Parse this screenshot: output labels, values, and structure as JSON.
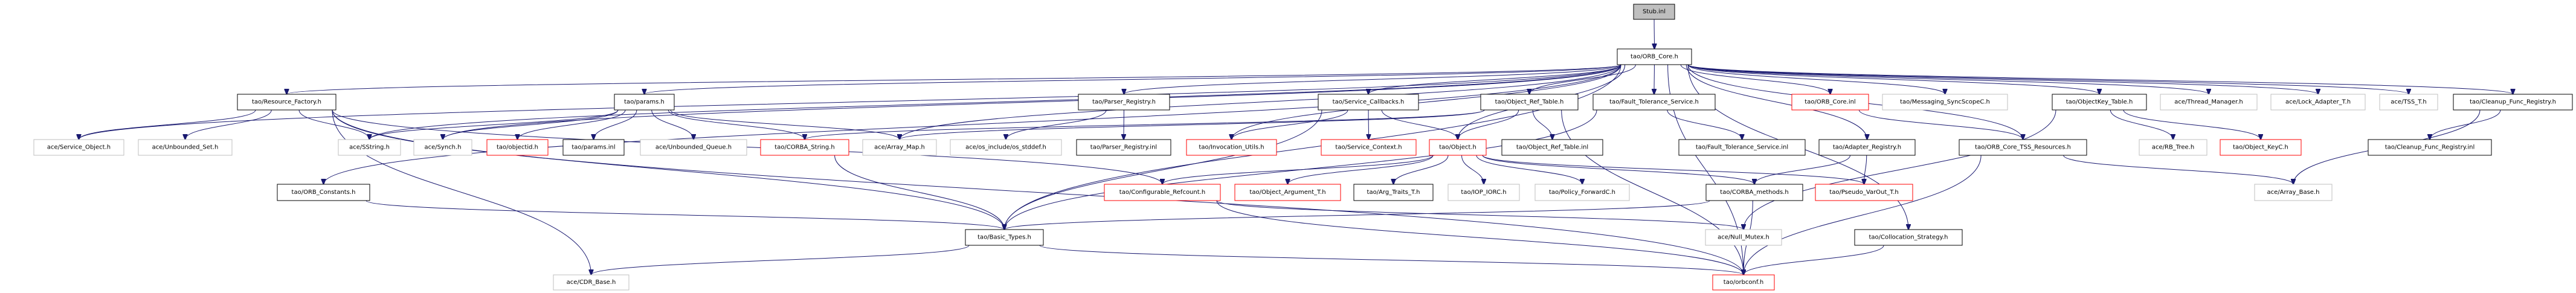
{
  "graph": {
    "title": "Stub.inl include dependency graph",
    "colors": {
      "edge": "#191970",
      "root_fill": "#bfbfbf",
      "documented_border": "#000000",
      "undocumented_border": "#bfbfbf",
      "truncated_border": "#ff0000",
      "node_fill": "#ffffff"
    },
    "nodes": [
      {
        "id": "stub_inl",
        "label": "Stub.inl",
        "kind": "root"
      },
      {
        "id": "orb_core_h",
        "label": "tao/ORB_Core.h",
        "kind": "documented"
      },
      {
        "id": "resource_factory_h",
        "label": "tao/Resource_Factory.h",
        "kind": "documented"
      },
      {
        "id": "params_h",
        "label": "tao/params.h",
        "kind": "documented"
      },
      {
        "id": "parser_registry_h",
        "label": "tao/Parser_Registry.h",
        "kind": "documented"
      },
      {
        "id": "service_callbacks_h",
        "label": "tao/Service_Callbacks.h",
        "kind": "documented"
      },
      {
        "id": "object_ref_table_h",
        "label": "tao/Object_Ref_Table.h",
        "kind": "documented"
      },
      {
        "id": "fault_tolerance_service_h",
        "label": "tao/Fault_Tolerance_Service.h",
        "kind": "documented"
      },
      {
        "id": "orb_core_inl",
        "label": "tao/ORB_Core.inl",
        "kind": "truncated"
      },
      {
        "id": "messaging_syncscopec_h",
        "label": "tao/Messaging_SyncScopeC.h",
        "kind": "undocumented"
      },
      {
        "id": "objectkey_table_h",
        "label": "tao/ObjectKey_Table.h",
        "kind": "documented"
      },
      {
        "id": "thread_manager_h",
        "label": "ace/Thread_Manager.h",
        "kind": "undocumented"
      },
      {
        "id": "lock_adapter_t_h",
        "label": "ace/Lock_Adapter_T.h",
        "kind": "undocumented"
      },
      {
        "id": "tss_t_h",
        "label": "ace/TSS_T.h",
        "kind": "undocumented"
      },
      {
        "id": "cleanup_func_registry_h",
        "label": "tao/Cleanup_Func_Registry.h",
        "kind": "documented"
      },
      {
        "id": "service_object_h",
        "label": "ace/Service_Object.h",
        "kind": "undocumented"
      },
      {
        "id": "unbounded_set_h",
        "label": "ace/Unbounded_Set.h",
        "kind": "undocumented"
      },
      {
        "id": "sstring_h",
        "label": "ace/SString.h",
        "kind": "undocumented"
      },
      {
        "id": "synch_h",
        "label": "ace/Synch.h",
        "kind": "undocumented"
      },
      {
        "id": "objectid_h",
        "label": "tao/objectid.h",
        "kind": "truncated"
      },
      {
        "id": "params_inl",
        "label": "tao/params.inl",
        "kind": "documented"
      },
      {
        "id": "unbounded_queue_h",
        "label": "ace/Unbounded_Queue.h",
        "kind": "undocumented"
      },
      {
        "id": "corba_string_h",
        "label": "tao/CORBA_String.h",
        "kind": "truncated"
      },
      {
        "id": "array_map_h",
        "label": "ace/Array_Map.h",
        "kind": "undocumented"
      },
      {
        "id": "os_stddef_h",
        "label": "ace/os_include/os_stddef.h",
        "kind": "undocumented"
      },
      {
        "id": "parser_registry_inl",
        "label": "tao/Parser_Registry.inl",
        "kind": "documented"
      },
      {
        "id": "invocation_utils_h",
        "label": "tao/Invocation_Utils.h",
        "kind": "truncated"
      },
      {
        "id": "service_context_h",
        "label": "tao/Service_Context.h",
        "kind": "truncated"
      },
      {
        "id": "object_h",
        "label": "tao/Object.h",
        "kind": "truncated"
      },
      {
        "id": "object_ref_table_inl",
        "label": "tao/Object_Ref_Table.inl",
        "kind": "documented"
      },
      {
        "id": "fault_tolerance_service_inl",
        "label": "tao/Fault_Tolerance_Service.inl",
        "kind": "documented"
      },
      {
        "id": "adapter_registry_h",
        "label": "tao/Adapter_Registry.h",
        "kind": "documented"
      },
      {
        "id": "orb_core_tss_resources_h",
        "label": "tao/ORB_Core_TSS_Resources.h",
        "kind": "documented"
      },
      {
        "id": "rb_tree_h",
        "label": "ace/RB_Tree.h",
        "kind": "undocumented"
      },
      {
        "id": "object_keyc_h",
        "label": "tao/Object_KeyC.h",
        "kind": "truncated"
      },
      {
        "id": "cleanup_func_registry_inl",
        "label": "tao/Cleanup_Func_Registry.inl",
        "kind": "documented"
      },
      {
        "id": "orb_constants_h",
        "label": "tao/ORB_Constants.h",
        "kind": "documented"
      },
      {
        "id": "configurable_refcount_h",
        "label": "tao/Configurable_Refcount.h",
        "kind": "truncated"
      },
      {
        "id": "object_argument_t_h",
        "label": "tao/Object_Argument_T.h",
        "kind": "truncated"
      },
      {
        "id": "arg_traits_t_h",
        "label": "tao/Arg_Traits_T.h",
        "kind": "documented"
      },
      {
        "id": "iop_iorc_h",
        "label": "tao/IOP_IORC.h",
        "kind": "undocumented"
      },
      {
        "id": "policy_forwardc_h",
        "label": "tao/Policy_ForwardC.h",
        "kind": "undocumented"
      },
      {
        "id": "corba_methods_h",
        "label": "tao/CORBA_methods.h",
        "kind": "documented"
      },
      {
        "id": "pseudo_varout_t_h",
        "label": "tao/Pseudo_VarOut_T.h",
        "kind": "truncated"
      },
      {
        "id": "array_base_h",
        "label": "ace/Array_Base.h",
        "kind": "undocumented"
      },
      {
        "id": "basic_types_h",
        "label": "tao/Basic_Types.h",
        "kind": "documented"
      },
      {
        "id": "null_mutex_h",
        "label": "ace/Null_Mutex.h",
        "kind": "undocumented"
      },
      {
        "id": "collocation_strategy_h",
        "label": "tao/Collocation_Strategy.h",
        "kind": "documented"
      },
      {
        "id": "cdr_base_h",
        "label": "ace/CDR_Base.h",
        "kind": "undocumented"
      },
      {
        "id": "orbconf_h",
        "label": "tao/orbconf.h",
        "kind": "truncated"
      }
    ],
    "edges": [
      [
        "stub_inl",
        "orb_core_h"
      ],
      [
        "orb_core_h",
        "resource_factory_h"
      ],
      [
        "orb_core_h",
        "params_h"
      ],
      [
        "orb_core_h",
        "parser_registry_h"
      ],
      [
        "orb_core_h",
        "service_callbacks_h"
      ],
      [
        "orb_core_h",
        "object_ref_table_h"
      ],
      [
        "orb_core_h",
        "fault_tolerance_service_h"
      ],
      [
        "orb_core_h",
        "orb_core_inl"
      ],
      [
        "orb_core_h",
        "messaging_syncscopec_h"
      ],
      [
        "orb_core_h",
        "objectkey_table_h"
      ],
      [
        "orb_core_h",
        "thread_manager_h"
      ],
      [
        "orb_core_h",
        "lock_adapter_t_h"
      ],
      [
        "orb_core_h",
        "tss_t_h"
      ],
      [
        "orb_core_h",
        "cleanup_func_registry_h"
      ],
      [
        "orb_core_h",
        "service_object_h"
      ],
      [
        "orb_core_h",
        "sstring_h"
      ],
      [
        "orb_core_h",
        "synch_h"
      ],
      [
        "orb_core_h",
        "array_map_h"
      ],
      [
        "orb_core_h",
        "invocation_utils_h"
      ],
      [
        "orb_core_h",
        "object_h"
      ],
      [
        "orb_core_h",
        "adapter_registry_h"
      ],
      [
        "orb_core_h",
        "orb_core_tss_resources_h"
      ],
      [
        "orb_core_h",
        "orb_constants_h"
      ],
      [
        "orb_core_h",
        "basic_types_h"
      ],
      [
        "orb_core_h",
        "collocation_strategy_h"
      ],
      [
        "orb_core_h",
        "orbconf_h"
      ],
      [
        "resource_factory_h",
        "service_object_h"
      ],
      [
        "resource_factory_h",
        "unbounded_set_h"
      ],
      [
        "resource_factory_h",
        "sstring_h"
      ],
      [
        "resource_factory_h",
        "cdr_base_h"
      ],
      [
        "resource_factory_h",
        "basic_types_h"
      ],
      [
        "resource_factory_h",
        "configurable_refcount_h"
      ],
      [
        "resource_factory_h",
        "orbconf_h"
      ],
      [
        "params_h",
        "sstring_h"
      ],
      [
        "params_h",
        "synch_h"
      ],
      [
        "params_h",
        "objectid_h"
      ],
      [
        "params_h",
        "params_inl"
      ],
      [
        "params_h",
        "unbounded_queue_h"
      ],
      [
        "params_h",
        "corba_string_h"
      ],
      [
        "params_h",
        "array_map_h"
      ],
      [
        "parser_registry_h",
        "os_stddef_h"
      ],
      [
        "parser_registry_h",
        "parser_registry_inl"
      ],
      [
        "service_callbacks_h",
        "invocation_utils_h"
      ],
      [
        "service_callbacks_h",
        "service_context_h"
      ],
      [
        "service_callbacks_h",
        "object_h"
      ],
      [
        "service_callbacks_h",
        "basic_types_h"
      ],
      [
        "object_ref_table_h",
        "array_map_h"
      ],
      [
        "object_ref_table_h",
        "corba_string_h"
      ],
      [
        "object_ref_table_h",
        "object_h"
      ],
      [
        "object_ref_table_h",
        "object_ref_table_inl"
      ],
      [
        "object_ref_table_h",
        "orbconf_h"
      ],
      [
        "fault_tolerance_service_h",
        "fault_tolerance_service_inl"
      ],
      [
        "fault_tolerance_service_h",
        "basic_types_h"
      ],
      [
        "orb_core_inl",
        "orb_core_tss_resources_h"
      ],
      [
        "objectkey_table_h",
        "rb_tree_h"
      ],
      [
        "objectkey_table_h",
        "object_keyc_h"
      ],
      [
        "objectkey_table_h",
        "null_mutex_h"
      ],
      [
        "cleanup_func_registry_h",
        "cleanup_func_registry_inl"
      ],
      [
        "cleanup_func_registry_h",
        "array_base_h"
      ],
      [
        "corba_string_h",
        "basic_types_h"
      ],
      [
        "object_h",
        "configurable_refcount_h"
      ],
      [
        "object_h",
        "object_argument_t_h"
      ],
      [
        "object_h",
        "arg_traits_t_h"
      ],
      [
        "object_h",
        "iop_iorc_h"
      ],
      [
        "object_h",
        "policy_forwardc_h"
      ],
      [
        "object_h",
        "corba_methods_h"
      ],
      [
        "object_h",
        "pseudo_varout_t_h"
      ],
      [
        "adapter_registry_h",
        "corba_methods_h"
      ],
      [
        "adapter_registry_h",
        "pseudo_varout_t_h"
      ],
      [
        "orb_core_tss_resources_h",
        "array_base_h"
      ],
      [
        "orb_core_tss_resources_h",
        "orbconf_h"
      ],
      [
        "orb_constants_h",
        "basic_types_h"
      ],
      [
        "configurable_refcount_h",
        "null_mutex_h"
      ],
      [
        "configurable_refcount_h",
        "orbconf_h"
      ],
      [
        "corba_methods_h",
        "basic_types_h"
      ],
      [
        "corba_methods_h",
        "orbconf_h"
      ],
      [
        "basic_types_h",
        "cdr_base_h"
      ],
      [
        "basic_types_h",
        "orbconf_h"
      ],
      [
        "collocation_strategy_h",
        "orbconf_h"
      ]
    ]
  }
}
